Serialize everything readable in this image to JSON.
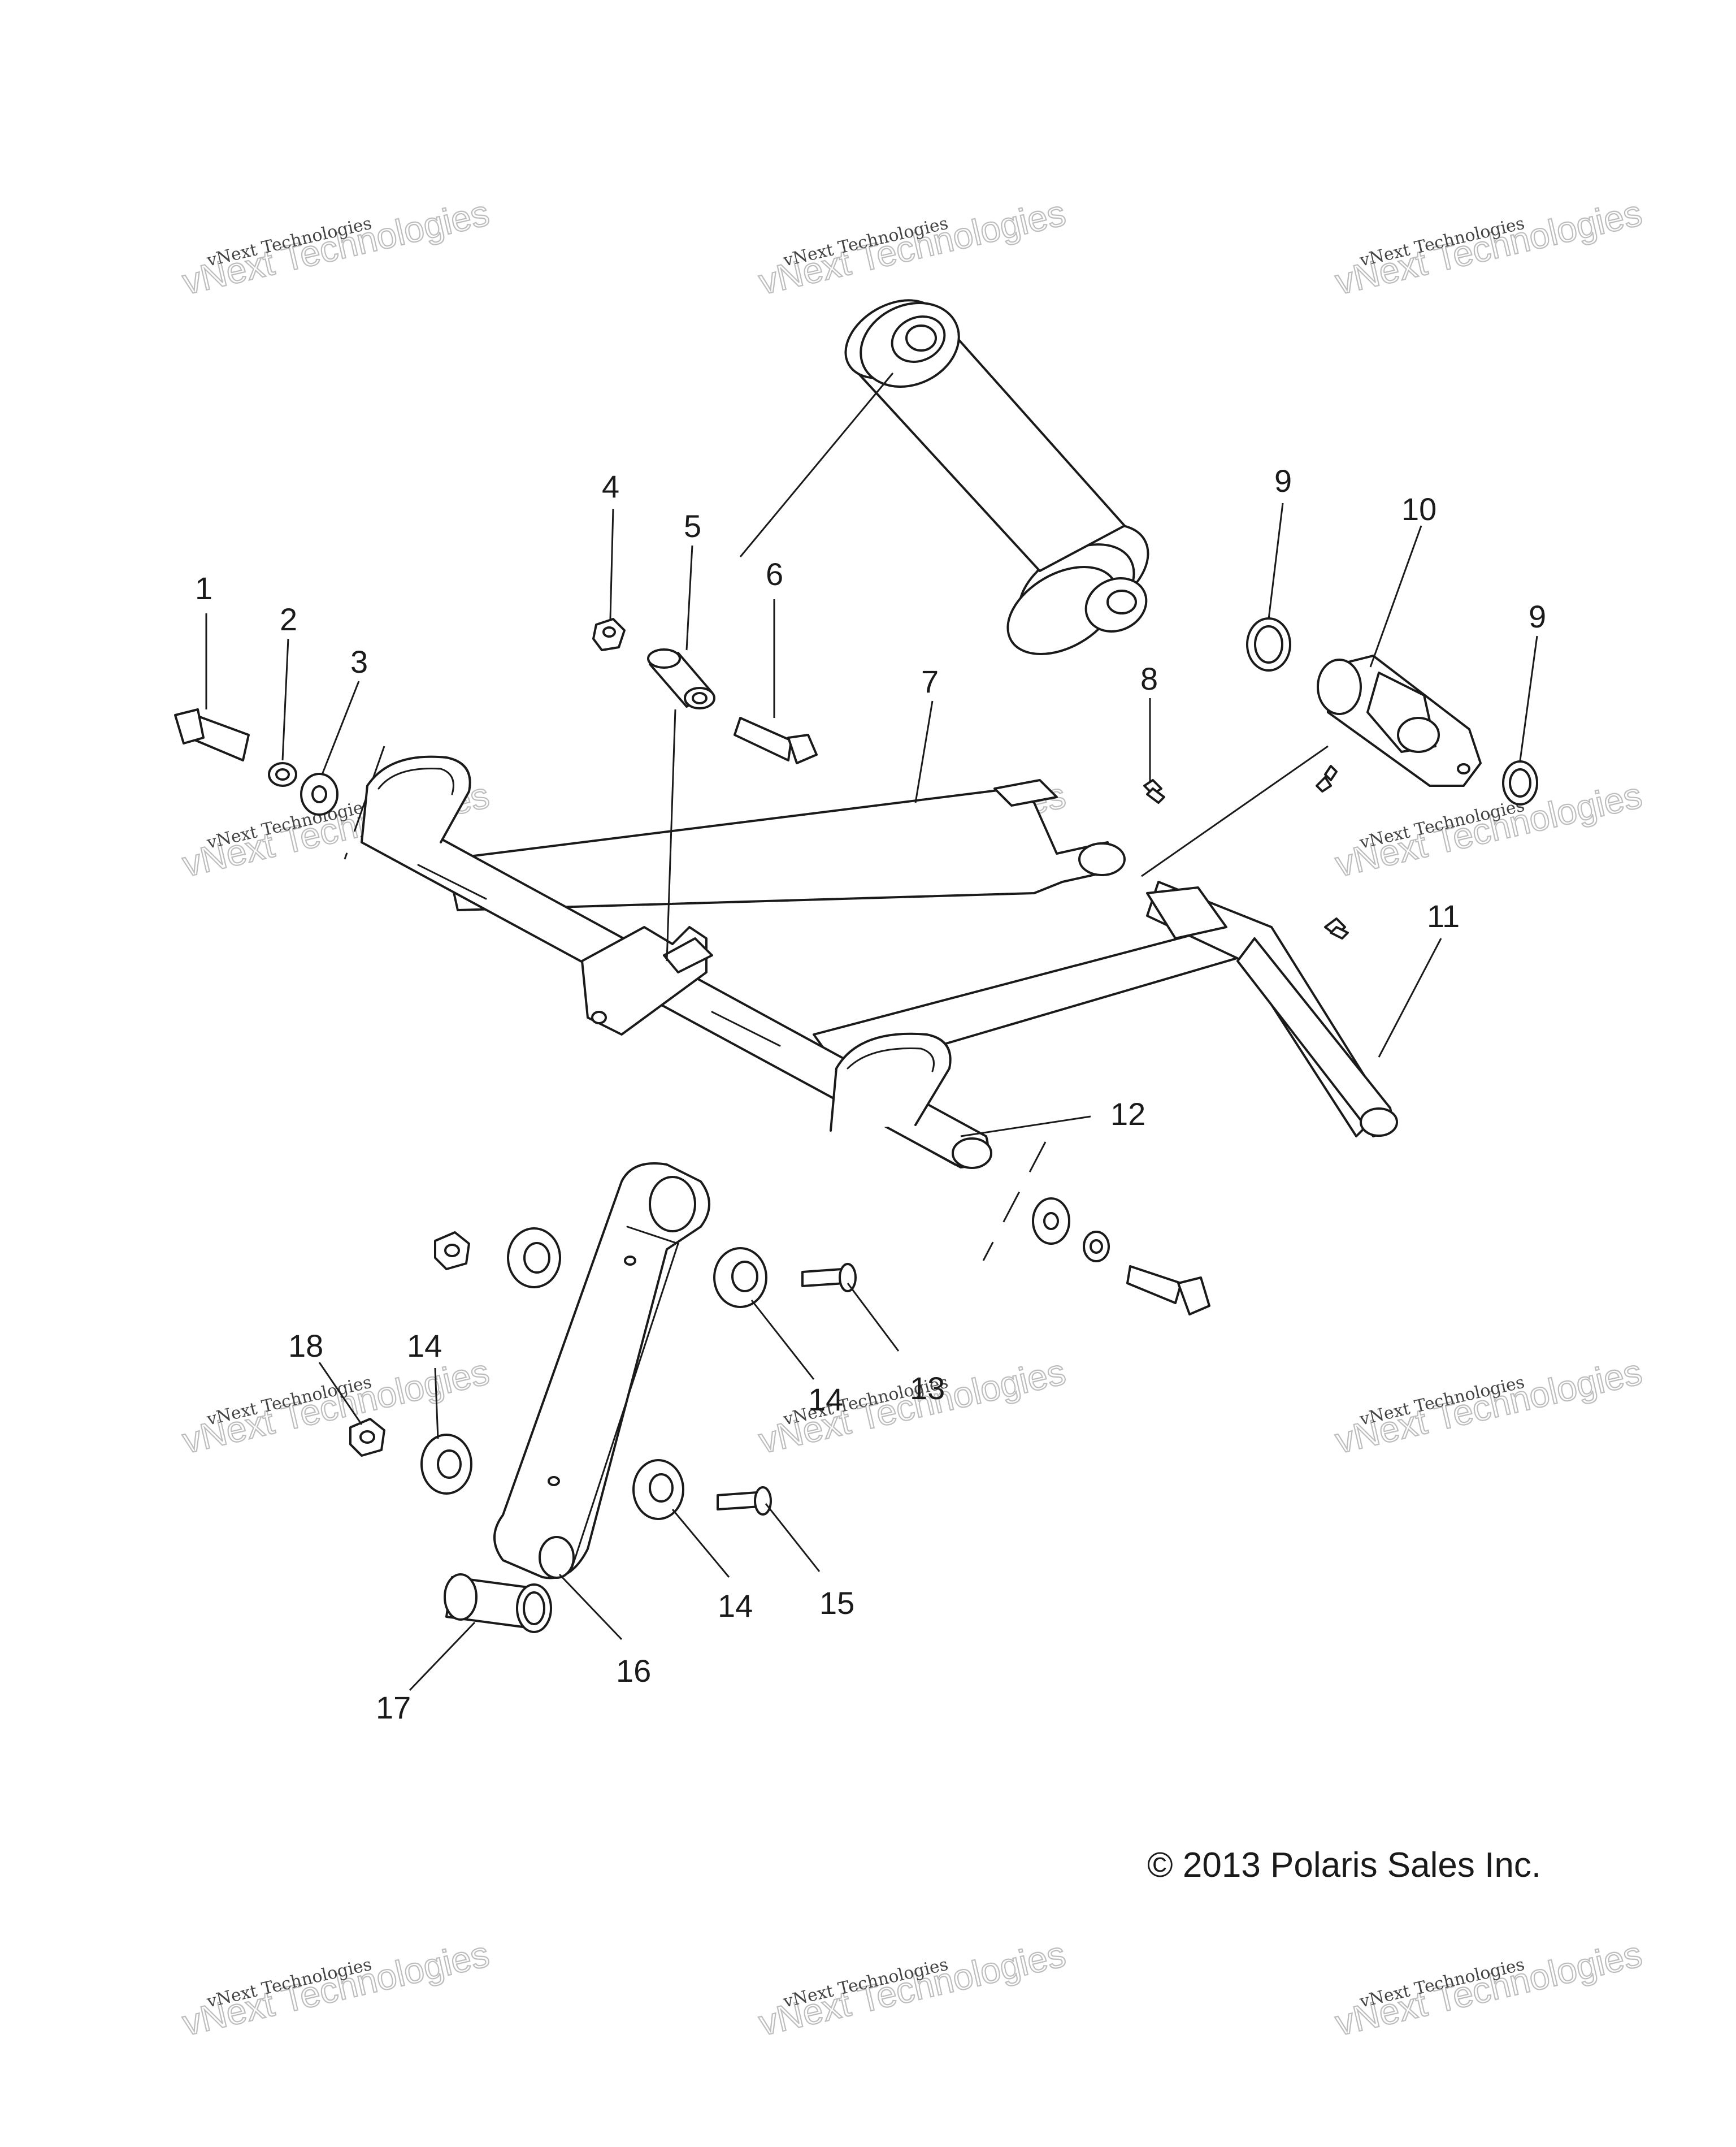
{
  "callouts": [
    {
      "id": "1",
      "text": "1"
    },
    {
      "id": "2",
      "text": "2"
    },
    {
      "id": "3",
      "text": "3"
    },
    {
      "id": "4",
      "text": "4"
    },
    {
      "id": "5",
      "text": "5"
    },
    {
      "id": "6",
      "text": "6"
    },
    {
      "id": "7",
      "text": "7"
    },
    {
      "id": "8",
      "text": "8"
    },
    {
      "id": "9a",
      "text": "9"
    },
    {
      "id": "9b",
      "text": "9"
    },
    {
      "id": "10",
      "text": "10"
    },
    {
      "id": "11",
      "text": "11"
    },
    {
      "id": "12",
      "text": "12"
    },
    {
      "id": "13",
      "text": "13"
    },
    {
      "id": "14a",
      "text": "14"
    },
    {
      "id": "14b",
      "text": "14"
    },
    {
      "id": "14c",
      "text": "14"
    },
    {
      "id": "15",
      "text": "15"
    },
    {
      "id": "16",
      "text": "16"
    },
    {
      "id": "17",
      "text": "17"
    },
    {
      "id": "18",
      "text": "18"
    }
  ],
  "copyright": "© 2013 Polaris Sales Inc.",
  "watermark": {
    "small": "vNext Technologies",
    "large": "vNext Technologies"
  }
}
